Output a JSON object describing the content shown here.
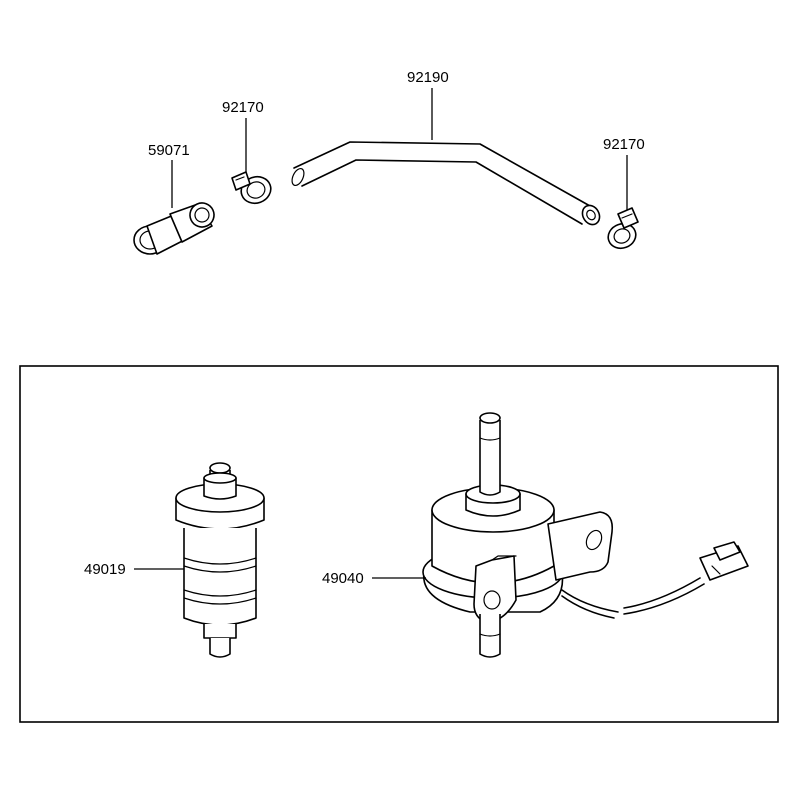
{
  "parts": {
    "hose_joint": {
      "number": "59071"
    },
    "clamp_left": {
      "number": "92170"
    },
    "fuel_hose": {
      "number": "92190"
    },
    "clamp_right": {
      "number": "92170"
    },
    "fuel_filter": {
      "number": "49019"
    },
    "fuel_pump": {
      "number": "49040"
    }
  }
}
